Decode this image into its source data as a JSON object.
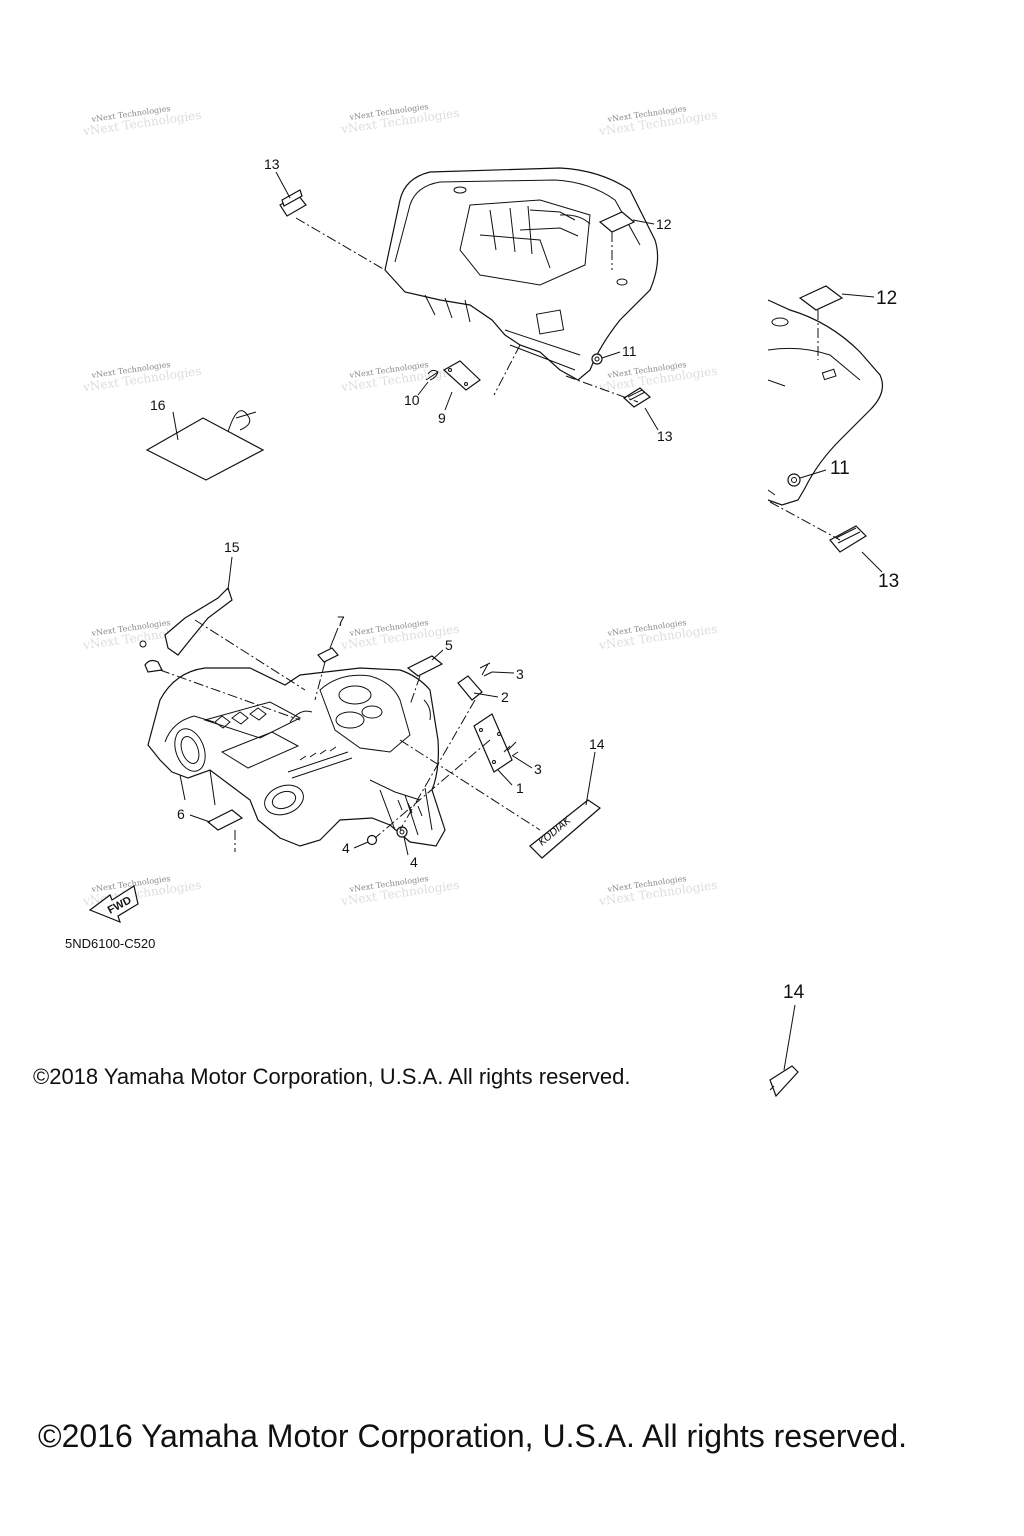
{
  "callouts": {
    "c1": "1",
    "c2": "2",
    "c3a": "3",
    "c3b": "3",
    "c4a": "4",
    "c4b": "4",
    "c5": "5",
    "c6": "6",
    "c7": "7",
    "c9": "9",
    "c10": "10",
    "c11a": "11",
    "c11b": "11",
    "c12a": "12",
    "c12b": "12",
    "c13a": "13",
    "c13b": "13",
    "c13c": "13",
    "c14a": "14",
    "c14b": "14",
    "c15": "15",
    "c16": "16"
  },
  "watermark_text": "vNext Technologies",
  "diagram_code": "5ND6100-C520",
  "fwd_label": "FWD",
  "decal_text": "KODIAK",
  "copyright_2018": "©2018 Yamaha Motor Corporation, U.S.A. All rights reserved.",
  "copyright_2016": "©2016 Yamaha Motor Corporation, U.S.A. All rights reserved."
}
